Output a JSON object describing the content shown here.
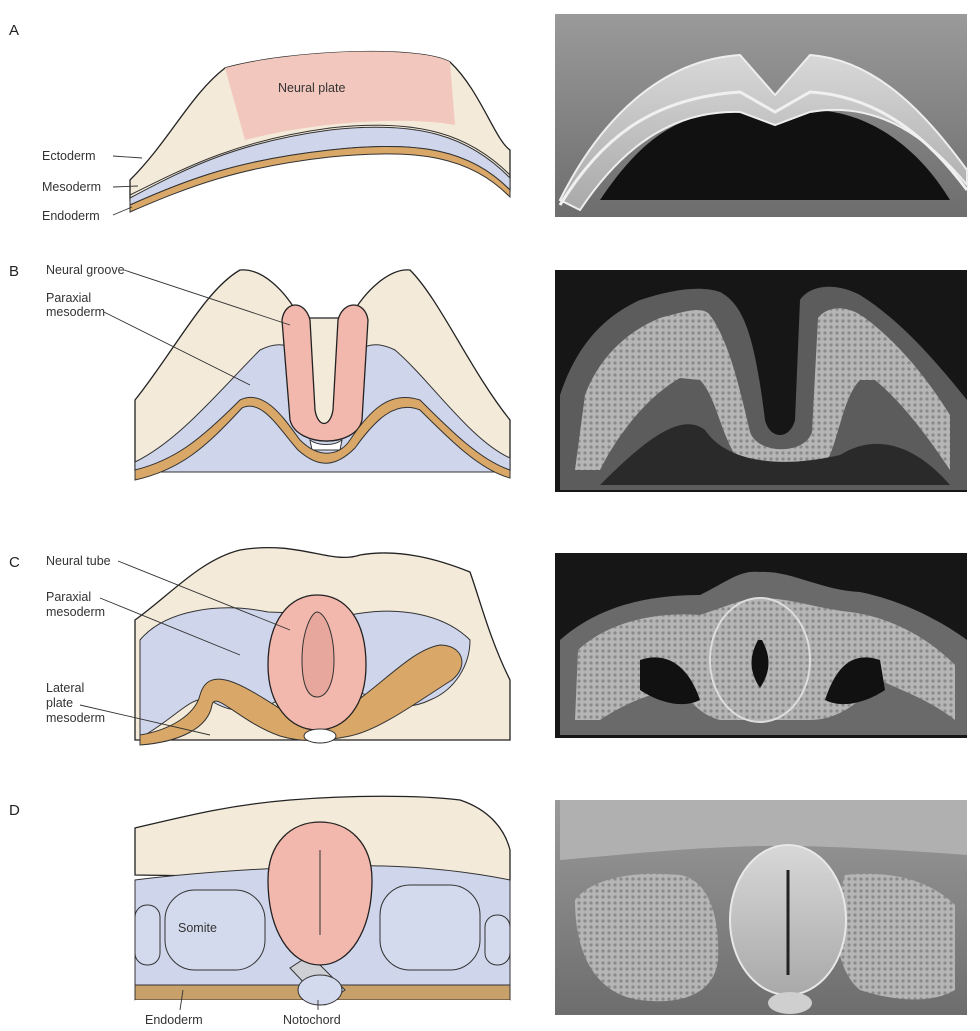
{
  "panels": [
    {
      "letter": "A",
      "labels": {
        "neural_plate": "Neural plate",
        "ectoderm": "Ectoderm",
        "mesoderm": "Mesoderm",
        "endoderm": "Endoderm"
      }
    },
    {
      "letter": "B",
      "labels": {
        "neural_groove": "Neural groove",
        "paraxial_1": "Paraxial",
        "paraxial_2": "mesoderm"
      }
    },
    {
      "letter": "C",
      "labels": {
        "neural_tube": "Neural tube",
        "paraxial_1": "Paraxial",
        "paraxial_2": "mesoderm",
        "lateral_1": "Lateral",
        "lateral_2": "plate",
        "lateral_3": "mesoderm"
      }
    },
    {
      "letter": "D",
      "labels": {
        "somite": "Somite",
        "endoderm": "Endoderm",
        "notochord": "Notochord"
      }
    }
  ],
  "colors": {
    "ectoderm": "#f3ead9",
    "ectoderm_light": "#f8f3e8",
    "neural": "#f2b7ad",
    "mesoderm": "#cfd6ec",
    "endoderm": "#d9a868",
    "micrograph_dark": "#1a1a1a",
    "micrograph_light": "#bdbdbd"
  }
}
